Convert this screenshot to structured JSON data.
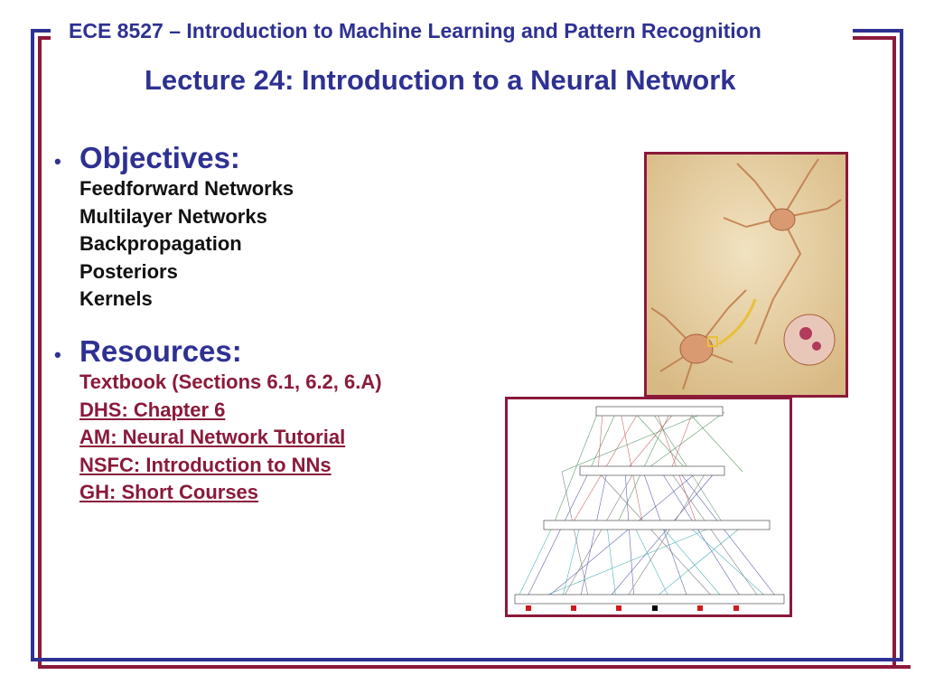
{
  "header": {
    "course_title": "ECE 8527 – Introduction to Machine Learning and Pattern Recognition",
    "lecture_title": "Lecture 24: Introduction to a Neural Network"
  },
  "objectives": {
    "heading": "Objectives:",
    "items": [
      "Feedforward Networks",
      "Multilayer Networks",
      "Backpropagation",
      "Posteriors",
      "Kernels"
    ]
  },
  "resources": {
    "heading": "Resources:",
    "text_item": "Textbook (Sections 6.1, 6.2, 6.A)",
    "links": [
      "DHS: Chapter 6",
      "AM: Neural Network Tutorial",
      "NSFC: Introduction to NNs",
      "GH: Short Courses"
    ]
  },
  "colors": {
    "blue": "#2e3192",
    "maroon": "#8b1a3a"
  },
  "figures": {
    "neuron_image": "neuron-illustration",
    "network_image": "multilayer-network-diagram"
  }
}
